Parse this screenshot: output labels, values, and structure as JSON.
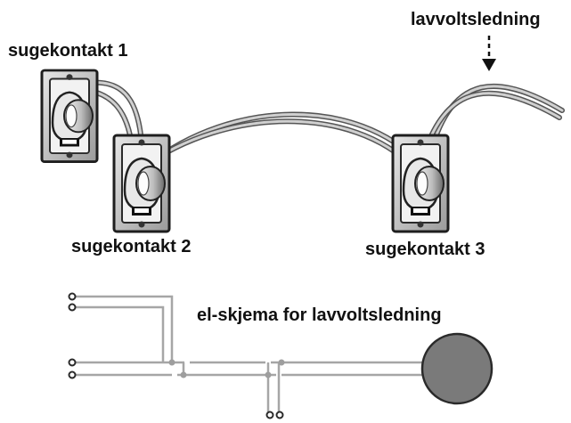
{
  "labels": {
    "inlet_1": "sugekontakt 1",
    "inlet_2": "sugekontakt 2",
    "inlet_3": "sugekontakt 3",
    "low_voltage_wire": "lavvoltsledning",
    "schematic_title": "el-skjema for lavvoltsledning"
  },
  "colors": {
    "plate_outer": "#c8c8c8",
    "plate_inner": "#f4f4f4",
    "cable_dark": "#555555",
    "cable_light": "#d0d0d0",
    "schematic_line": "#a6a6a6",
    "motor_fill": "#7a7a7a"
  }
}
